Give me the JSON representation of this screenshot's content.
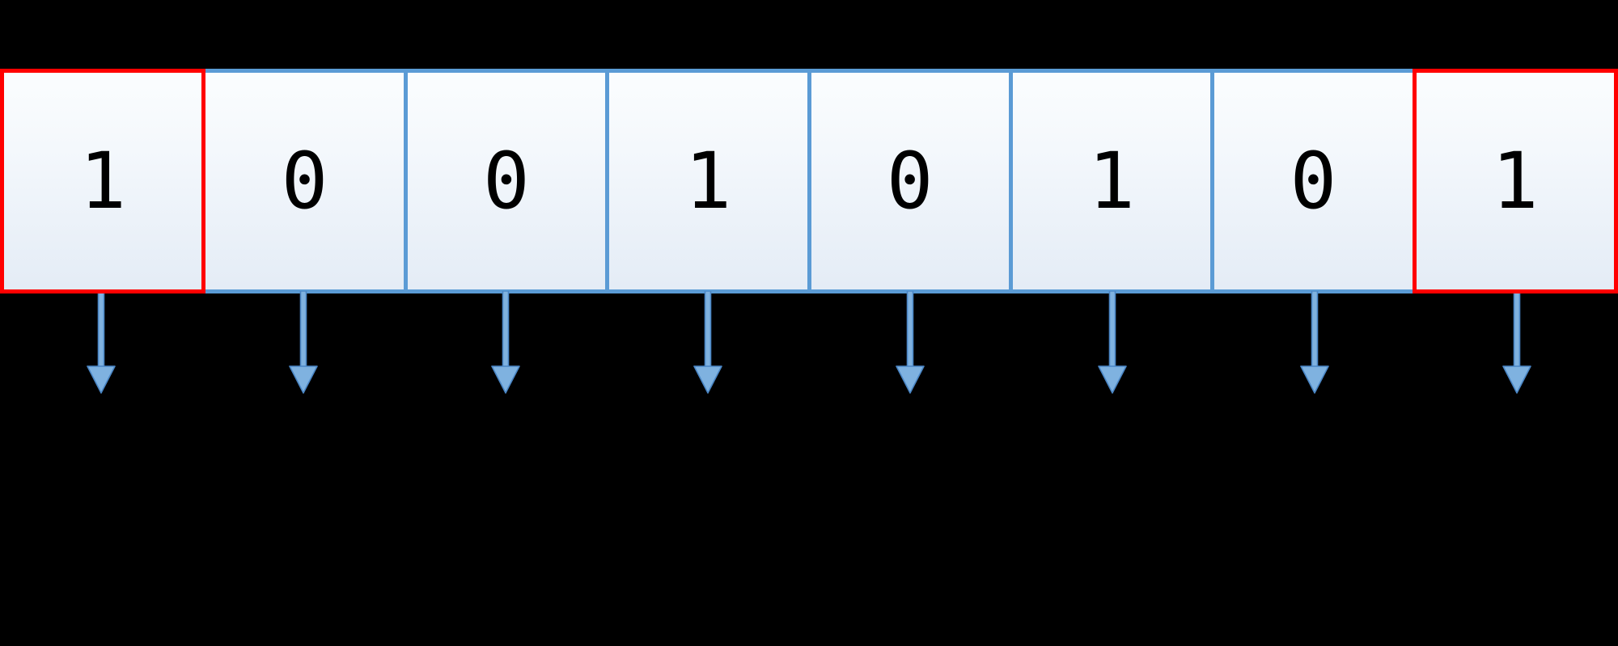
{
  "diagram": {
    "title": "binary-bit-sequence-with-downward-arrows",
    "background_color": "#000000",
    "cell_fill_top": "#fbfdfe",
    "cell_fill_bottom": "#e4ecf6",
    "cell_border_color": "#5b9bd5",
    "highlight_border_color": "#ff0000",
    "arrow_color": "#5b9bd5",
    "arrow_fill_color": "#7fb2e0",
    "text_color": "#000000",
    "cells": [
      {
        "value": "1",
        "highlighted": true,
        "arrow": "down-arrow-icon"
      },
      {
        "value": "0",
        "highlighted": false,
        "arrow": "down-arrow-icon"
      },
      {
        "value": "0",
        "highlighted": false,
        "arrow": "down-arrow-icon"
      },
      {
        "value": "1",
        "highlighted": false,
        "arrow": "down-arrow-icon"
      },
      {
        "value": "0",
        "highlighted": false,
        "arrow": "down-arrow-icon"
      },
      {
        "value": "1",
        "highlighted": false,
        "arrow": "down-arrow-icon"
      },
      {
        "value": "0",
        "highlighted": false,
        "arrow": "down-arrow-icon"
      },
      {
        "value": "1",
        "highlighted": true,
        "arrow": "down-arrow-icon"
      }
    ],
    "bit_count": 8,
    "sequence": "10010101"
  }
}
